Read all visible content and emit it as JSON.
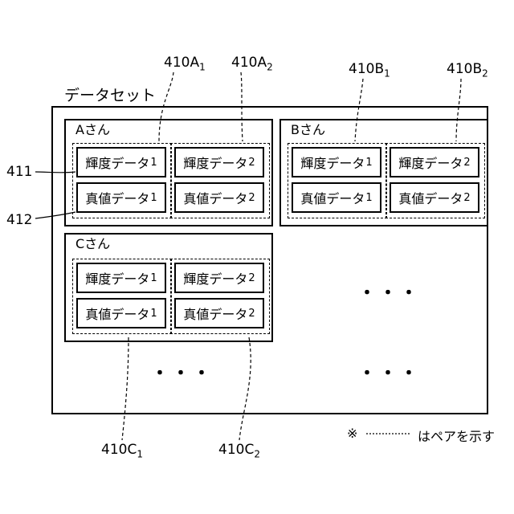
{
  "title": "データセット",
  "persons": [
    {
      "label": "Aさん",
      "pairs": [
        {
          "brightness": "輝度データ",
          "brightness_num": "1",
          "truth": "真値データ",
          "truth_num": "1"
        },
        {
          "brightness": "輝度データ",
          "brightness_num": "2",
          "truth": "真値データ",
          "truth_num": "2"
        }
      ]
    },
    {
      "label": "Bさん",
      "pairs": [
        {
          "brightness": "輝度データ",
          "brightness_num": "1",
          "truth": "真値データ",
          "truth_num": "1"
        },
        {
          "brightness": "輝度データ",
          "brightness_num": "2",
          "truth": "真値データ",
          "truth_num": "2"
        }
      ]
    },
    {
      "label": "Cさん",
      "pairs": [
        {
          "brightness": "輝度データ",
          "brightness_num": "1",
          "truth": "真値データ",
          "truth_num": "1"
        },
        {
          "brightness": "輝度データ",
          "brightness_num": "2",
          "truth": "真値データ",
          "truth_num": "2"
        }
      ]
    }
  ],
  "refs": {
    "a1": {
      "main": "410A",
      "sub": "1"
    },
    "a2": {
      "main": "410A",
      "sub": "2"
    },
    "b1": {
      "main": "410B",
      "sub": "1"
    },
    "b2": {
      "main": "410B",
      "sub": "2"
    },
    "c1": {
      "main": "410C",
      "sub": "1"
    },
    "c2": {
      "main": "410C",
      "sub": "2"
    },
    "r411": "411",
    "r412": "412"
  },
  "ellipsis": "・・・",
  "legend": {
    "mark": "※",
    "text": "はペアを示す"
  }
}
